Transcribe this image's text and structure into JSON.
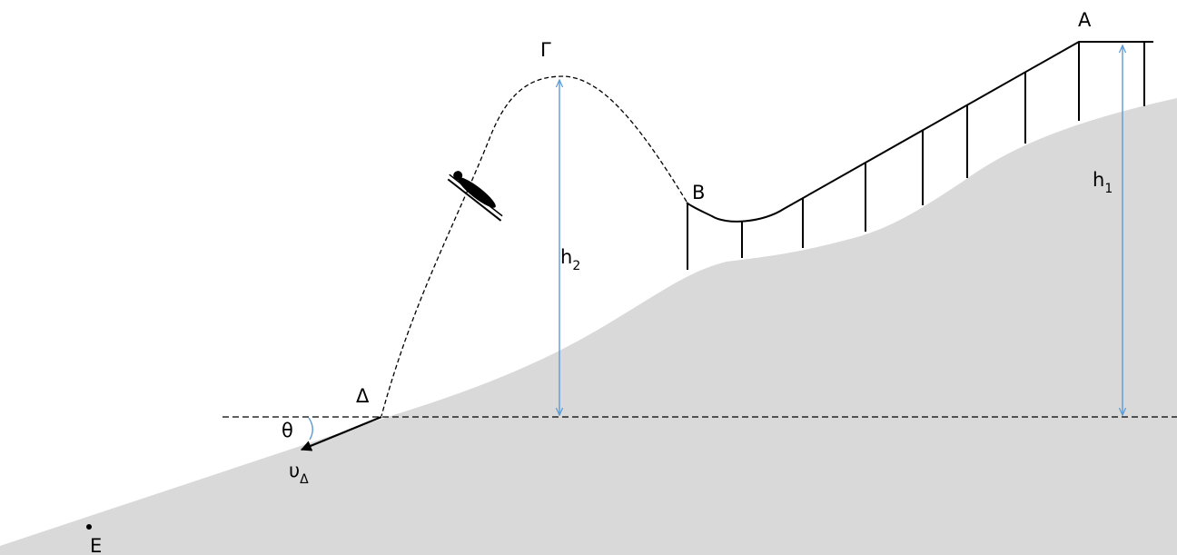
{
  "points": {
    "A": "A",
    "B": "B",
    "Gamma": "Γ",
    "Delta": "Δ",
    "E": "E"
  },
  "heights": {
    "h1": {
      "main": "h",
      "sub": "1"
    },
    "h2": {
      "main": "h",
      "sub": "2"
    }
  },
  "angle_label": "θ",
  "velocity": {
    "main": "υ",
    "sub": "Δ"
  },
  "colors": {
    "ground": "#d9d9d9",
    "lines": "#000000",
    "dimension_arrows": "#5b9bd5"
  }
}
